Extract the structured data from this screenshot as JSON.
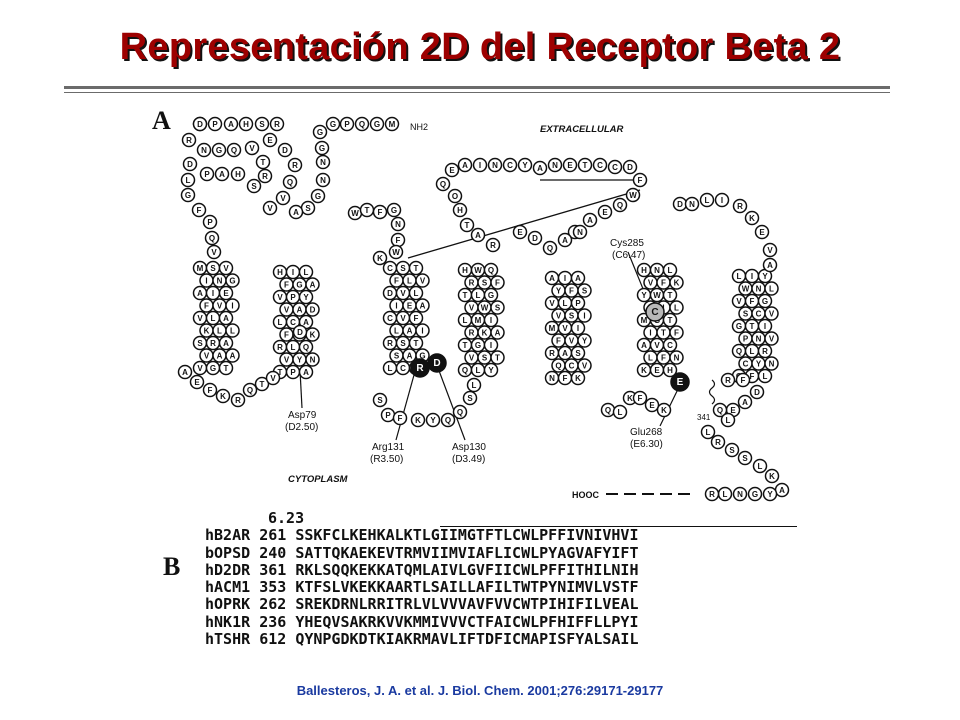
{
  "title": "Representación 2D del Receptor Beta 2",
  "panel_a": {
    "letter": "A",
    "label_extracellular": "EXTRACELLULAR",
    "label_cytoplasm": "CYTOPLASM",
    "nterm": "NH2",
    "cterm": "HOOC",
    "tm_numbers": "341",
    "annotations": [
      {
        "name": "asp79",
        "line1": "Asp79",
        "line2": "(D2.50)"
      },
      {
        "name": "arg131",
        "line1": "Arg131",
        "line2": "(R3.50)"
      },
      {
        "name": "asp130",
        "line1": "Asp130",
        "line2": "(D3.49)"
      },
      {
        "name": "cys285",
        "line1": "Cys285",
        "line2": "(C6.47)"
      },
      {
        "name": "glu268",
        "line1": "Glu268",
        "line2": "(E6.30)"
      }
    ]
  },
  "panel_b": {
    "letter": "B",
    "position_label": "6.23",
    "rows": [
      {
        "name": "hB2AR",
        "start": "261",
        "seq": "SSKFCLKEHKALKTLGIIMGTFTLCWLPFFIVNIVHVI"
      },
      {
        "name": "bOPSD",
        "start": "240",
        "seq": "SATTQKAEKEVTRMVIIMVIAFLICWLPYAGVAFYIFT"
      },
      {
        "name": "hD2DR",
        "start": "361",
        "seq": "RKLSQQKEKKATQMLAIVLGVFIICWLPFFITHILNIH"
      },
      {
        "name": "hACM1",
        "start": "353",
        "seq": "KTFSLVKEKKAARTLSAILLAFILTWTPYNIMVLVSTF"
      },
      {
        "name": "hOPRK",
        "start": "262",
        "seq": "SREKDRNLRRITRLVLVVVAVFVVCWTPIHIFILVEAL"
      },
      {
        "name": "hNK1R",
        "start": "236",
        "seq": "YHEQVSAKRKVVKMMIVVVCTFAICWLPFHIFFLLPYI"
      },
      {
        "name": "hTSHR",
        "start": "612",
        "seq": "QYNPGDKDTKIAKRMAVLIFTDFICMAPISFYALSAIL"
      }
    ]
  },
  "citation": "Ballesteros,  J. A. et al. J. Biol. Chem. 2001;276:29171-29177",
  "colors": {
    "title": "#9d0000",
    "title_shadow": "#111111",
    "citation": "#1a3aa0",
    "highlight_dark": "#111111",
    "highlight_gray": "#b8b8b8"
  }
}
